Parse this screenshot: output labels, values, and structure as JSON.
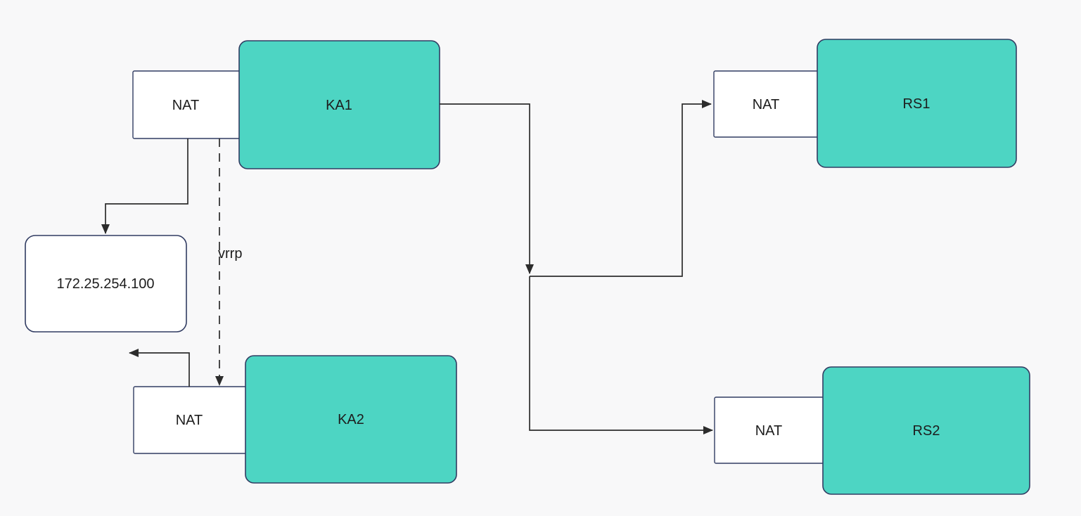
{
  "colors": {
    "background": "#f8f8f9",
    "node_fill": "#4dd5c3",
    "node_stroke": "#313c62",
    "nat_fill": "#ffffff",
    "vip_fill": "#ffffff",
    "edge_stroke": "#2c2c2c",
    "text": "#1d1d1d"
  },
  "nodes": {
    "ka1": {
      "label": "KA1"
    },
    "rs1": {
      "label": "RS1"
    },
    "ka2": {
      "label": "KA2"
    },
    "rs2": {
      "label": "RS2"
    },
    "nat_ka1": {
      "label": "NAT"
    },
    "nat_rs1": {
      "label": "NAT"
    },
    "nat_ka2": {
      "label": "NAT"
    },
    "nat_rs2": {
      "label": "NAT"
    },
    "vip": {
      "label": "172.25.254.100"
    }
  },
  "edges": {
    "vrrp": {
      "label": "vrrp",
      "style": "dashed"
    }
  }
}
